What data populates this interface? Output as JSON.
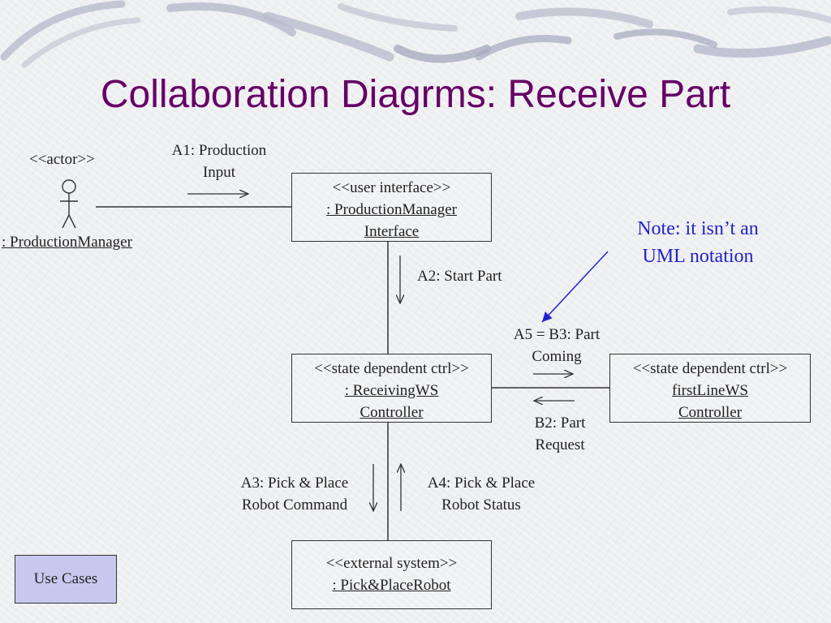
{
  "title": "Collaboration Diagrms: Receive Part",
  "actor": {
    "stereotype": "<<actor>>",
    "name": ": ProductionManager"
  },
  "objects": {
    "pm_interface": {
      "stereotype": "<<user interface>>",
      "line1": ": ProductionManager",
      "line2": "Interface"
    },
    "receiving_ctrl": {
      "stereotype": "<<state dependent ctrl>>",
      "line1": ": ReceivingWS",
      "line2": "Controller"
    },
    "firstline_ctrl": {
      "stereotype": "<<state dependent ctrl>>",
      "line1": "firstLineWS",
      "line2": "Controller"
    },
    "robot": {
      "stereotype": "<<external system>>",
      "line1": ": Pick&PlaceRobot"
    }
  },
  "messages": {
    "a1": {
      "line1": "A1: Production",
      "line2": "Input"
    },
    "a2": {
      "line1": "A2: Start Part"
    },
    "a3": {
      "line1": "A3: Pick & Place",
      "line2": "Robot Command"
    },
    "a4": {
      "line1": "A4: Pick & Place",
      "line2": "Robot Status"
    },
    "a5": {
      "line1": "A5 = B3: Part",
      "line2": "Coming"
    },
    "b2": {
      "line1": "B2: Part",
      "line2": "Request"
    }
  },
  "note": {
    "line1": "Note: it isn’t an",
    "line2": "UML notation"
  },
  "use_cases_button": "Use Cases",
  "colors": {
    "title": "#660066",
    "note": "#2222cc",
    "button": "#c8c8ee"
  }
}
